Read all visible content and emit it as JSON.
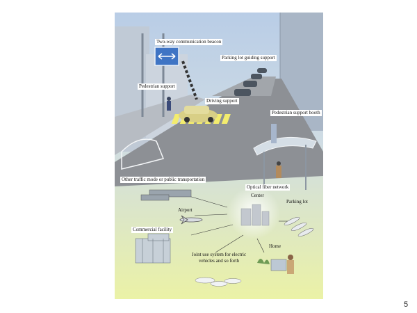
{
  "labels": {
    "two_way_beacon": "Two-way communication beacon",
    "parking_guiding": "Parking lot guiding support",
    "pedestrian_support": "Pedestrian support",
    "driving_support": "Driving support",
    "pedestrian_booth": "Pedestrian support booth",
    "other_traffic": "Other traffic mode or public transportation",
    "optical_fiber": "Optical fiber network",
    "center": "Center",
    "airport": "Airport",
    "parking_lot": "Parking lot",
    "commercial": "Commercial facility",
    "home": "Home",
    "joint_use_line1": "Joint use system for electric",
    "joint_use_line2": "vehicles and so forth"
  },
  "page_number": "5",
  "colors": {
    "sky_top": "#b9cde6",
    "sky_mid": "#cfdce4",
    "ground_bottom": "#ebf2a6",
    "road": "#8d9095",
    "beacon_sign": "#3f74c4",
    "crosswalk": "#f3ec6e"
  }
}
